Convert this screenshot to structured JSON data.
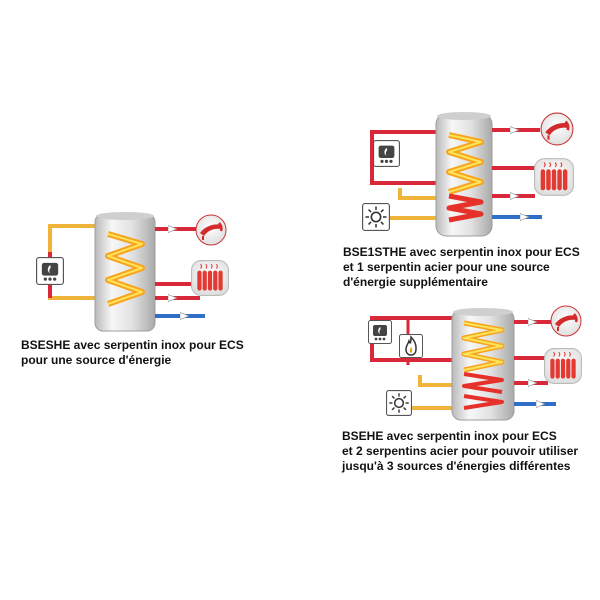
{
  "colors": {
    "hot_pipe": "#d8283a",
    "cold_pipe": "#2f6fc8",
    "source_pipe": "#f0b43a",
    "coil_red": "#e5312a",
    "coil_orange": "#f7a41d",
    "coil_yellow": "#fde35a",
    "tank_body": "#dcdcdc",
    "radiator": "#e23a32"
  },
  "icons": {
    "boiler": "flame-boiler-icon",
    "solar": "sun-collector-icon",
    "gas": "gas-flame-icon",
    "tap": "hot-water-tap-icon",
    "radiator": "radiator-icon"
  },
  "schemes": [
    {
      "id": "bseshe",
      "caption_lines": [
        "BSESHE avec serpentin inox pour ECS",
        "pour une source d'énergie"
      ]
    },
    {
      "id": "bse1sthe",
      "caption_lines": [
        "BSE1STHE avec serpentin inox pour ECS",
        "et 1 serpentin acier pour une source",
        "d'énergie supplémentaire"
      ]
    },
    {
      "id": "bsehe",
      "caption_lines": [
        "BSEHE avec serpentin inox pour ECS",
        "et 2 serpentins acier pour pouvoir utiliser",
        "jusqu'à 3 sources d'énergies différentes"
      ]
    }
  ]
}
